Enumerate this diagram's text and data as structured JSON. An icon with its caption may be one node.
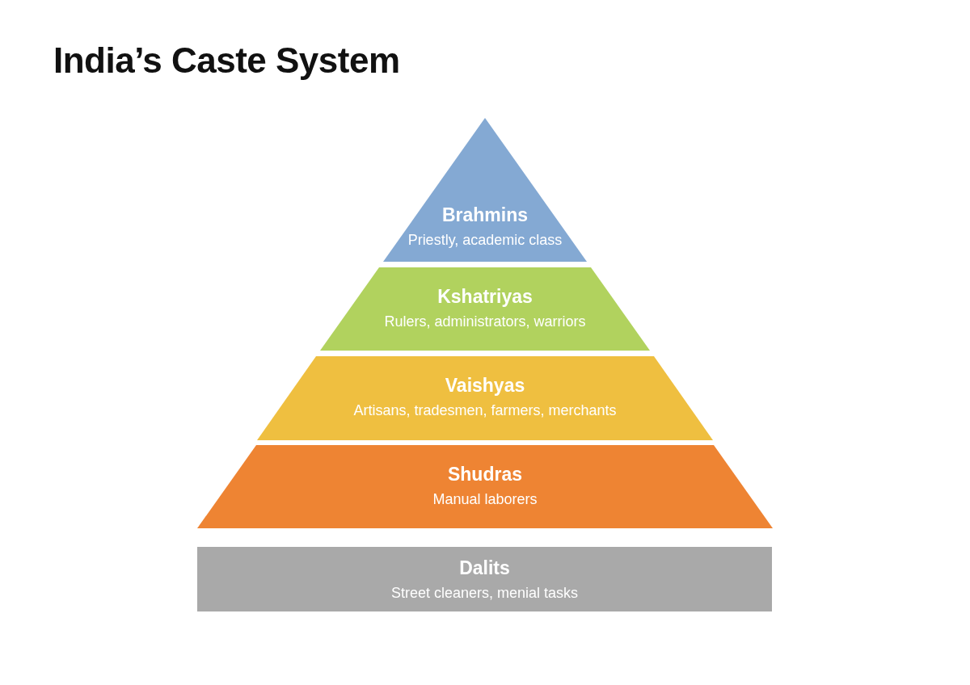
{
  "diagram": {
    "title": "India’s Caste System",
    "nodes": [
      {
        "text": [
          "Brahmins",
          "Priestly, academic class"
        ]
      },
      {
        "text": [
          "Kshatriyas",
          "Rulers, administrators, warriors"
        ]
      },
      {
        "text": [
          "Vaishyas",
          "Artisans, tradesmen, farmers, merchants"
        ]
      },
      {
        "text": [
          "Shudras",
          "Manual laborers"
        ]
      },
      {
        "text": [
          "Dalits",
          "Street cleaners, menial tasks"
        ]
      }
    ]
  }
}
